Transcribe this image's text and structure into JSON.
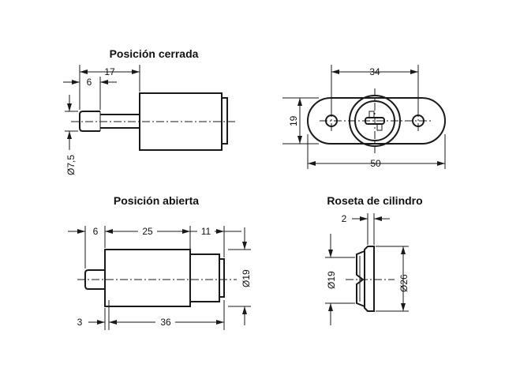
{
  "views": {
    "closed": {
      "title": "Posición cerrada",
      "dim_17": "17",
      "dim_6": "6",
      "dim_diam": "Ø7,5"
    },
    "rosette_front": {
      "dim_34": "34",
      "dim_19": "19",
      "dim_50": "50"
    },
    "open": {
      "title": "Posición abierta",
      "dim_6": "6",
      "dim_25": "25",
      "dim_11": "11",
      "dim_diam": "Ø19",
      "dim_3": "3",
      "dim_36": "36"
    },
    "rosette_side": {
      "title": "Roseta de cilindro",
      "dim_2": "2",
      "dim_diam19": "Ø19",
      "dim_diam26": "Ø26"
    }
  }
}
